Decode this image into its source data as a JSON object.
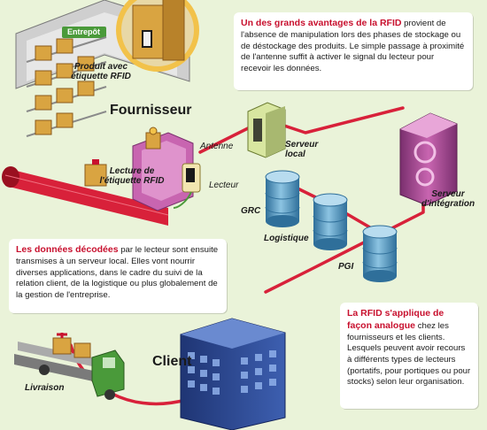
{
  "labels": {
    "entrepot": "Entrepôt",
    "produit": "Produit avec étiquette RFID",
    "fournisseur": "Fournisseur",
    "antenne": "Antenne",
    "lecteur": "Lecteur",
    "lecture": "Lecture de l'étiquette RFID",
    "serveur_local": "Serveur local",
    "serveur_integration": "Serveur d'intégration",
    "grc": "GRC",
    "logistique": "Logistique",
    "pgi": "PGI",
    "client": "Client",
    "livraison": "Livraison"
  },
  "boxes": {
    "top": {
      "highlight": "Un des grands avantages de la RFID",
      "text": "provient de l'absence de manipulation lors des phases de stockage ou de déstockage des produits. Le simple passage à proximité de l'antenne suffit à activer le signal du lecteur pour recevoir les données."
    },
    "middle": {
      "highlight": "Les données décodées",
      "text": "par le lecteur sont ensuite transmises à un serveur local. Elles vont nourrir diverses applications, dans le cadre du suivi de la relation client, de la logistique ou plus globalement de la gestion de l'entreprise."
    },
    "bottom": {
      "highlight": "La RFID s'applique de façon analogue",
      "text": "chez les fournisseurs et les clients. Lesquels peuvent avoir recours à différents types de lecteurs (portatifs, pour portiques ou pour stocks) selon leur organisation."
    }
  },
  "colors": {
    "background": "#eaf3d9",
    "accent": "#c8102e",
    "network_line": "#d8213a",
    "server_purple": "#b04a9a",
    "db_blue": "#5aa0c8",
    "building_blue": "#2f4d9a",
    "truck_green": "#4a9a3a",
    "crate_gold": "#d9a441"
  }
}
